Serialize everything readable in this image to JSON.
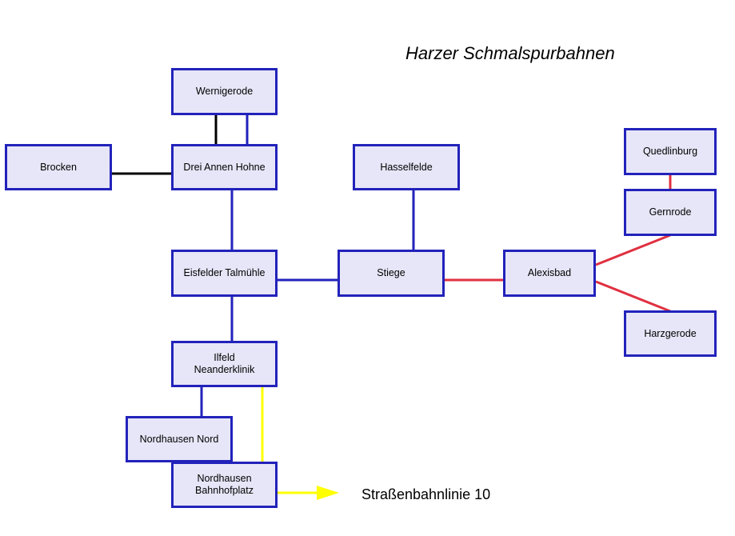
{
  "title": "Harzer Schmalspurbahnen",
  "colors": {
    "box_fill": "#e6e6f8",
    "box_border": "#2222bb",
    "line_blue": "#2222bb",
    "line_black": "#000000",
    "line_red": "#e03040",
    "line_yellow": "#ffff00"
  },
  "stations": {
    "wernigerode": "Wernigerode",
    "drei_annen_hohne": "Drei Annen Hohne",
    "brocken": "Brocken",
    "eisfelder_talmuehle": "Eisfelder Talmühle",
    "hasselfelde": "Hasselfelde",
    "stiege": "Stiege",
    "alexisbad": "Alexisbad",
    "quedlinburg": "Quedlinburg",
    "gernrode": "Gernrode",
    "harzgerode": "Harzgerode",
    "ilfeld": "Ilfeld\nNeanderklinik",
    "nordhausen_nord": "Nordhausen Nord",
    "nordhausen_bahnhofplatz": "Nordhausen\nBahnhofplatz"
  },
  "external_link": "Straßenbahnlinie 10"
}
